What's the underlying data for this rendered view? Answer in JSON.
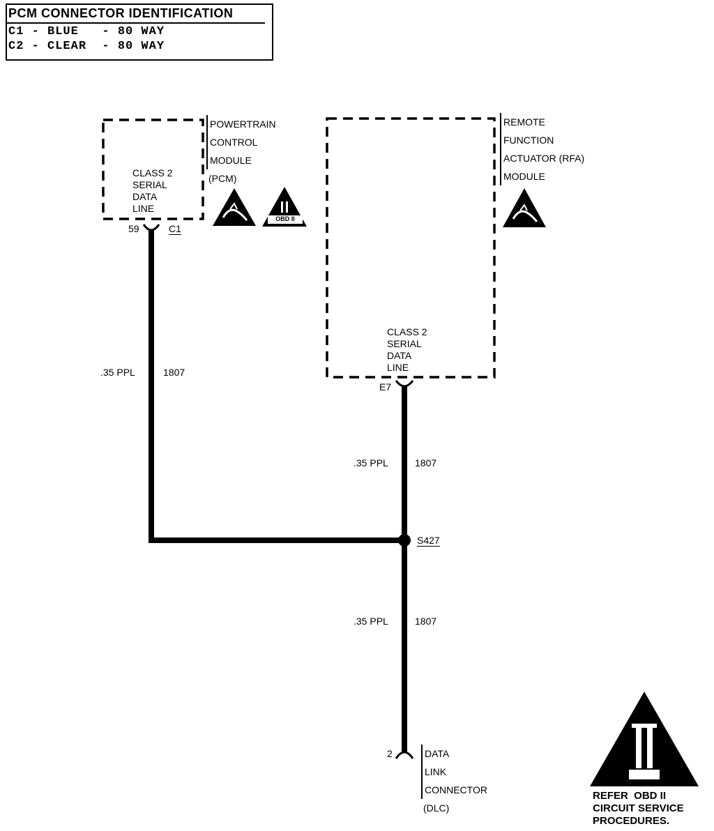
{
  "connector_id": {
    "title": "PCM CONNECTOR IDENTIFICATION",
    "rows": [
      "C1 - BLUE   - 80 WAY",
      "C2 - CLEAR  - 80 WAY"
    ]
  },
  "pcm": {
    "name_lines": [
      "POWERTRAIN",
      "CONTROL",
      "MODULE",
      "(PCM)"
    ],
    "inner_lines": [
      "CLASS 2",
      "SERIAL",
      "DATA",
      "LINE"
    ],
    "pin": "59",
    "connector": "C1"
  },
  "rfa": {
    "name_lines": [
      "REMOTE",
      "FUNCTION",
      "ACTUATOR (RFA)",
      "MODULE"
    ],
    "inner_lines": [
      "CLASS 2",
      "SERIAL",
      "DATA",
      "LINE"
    ],
    "pin": "E7"
  },
  "wires": {
    "pcm_wire": {
      "gauge_color": ".35 PPL",
      "circuit": "1807"
    },
    "rfa_wire": {
      "gauge_color": ".35 PPL",
      "circuit": "1807"
    },
    "dlc_wire": {
      "gauge_color": ".35 PPL",
      "circuit": "1807"
    }
  },
  "splice": {
    "name": "S427"
  },
  "dlc": {
    "pin": "2",
    "name_lines": [
      "DATA",
      "LINK",
      "CONNECTOR",
      "(DLC)"
    ]
  },
  "obd_small_badge": "OBD II",
  "refer_note": [
    "REFER  OBD II",
    "CIRCUIT SERVICE",
    "PROCEDURES."
  ]
}
